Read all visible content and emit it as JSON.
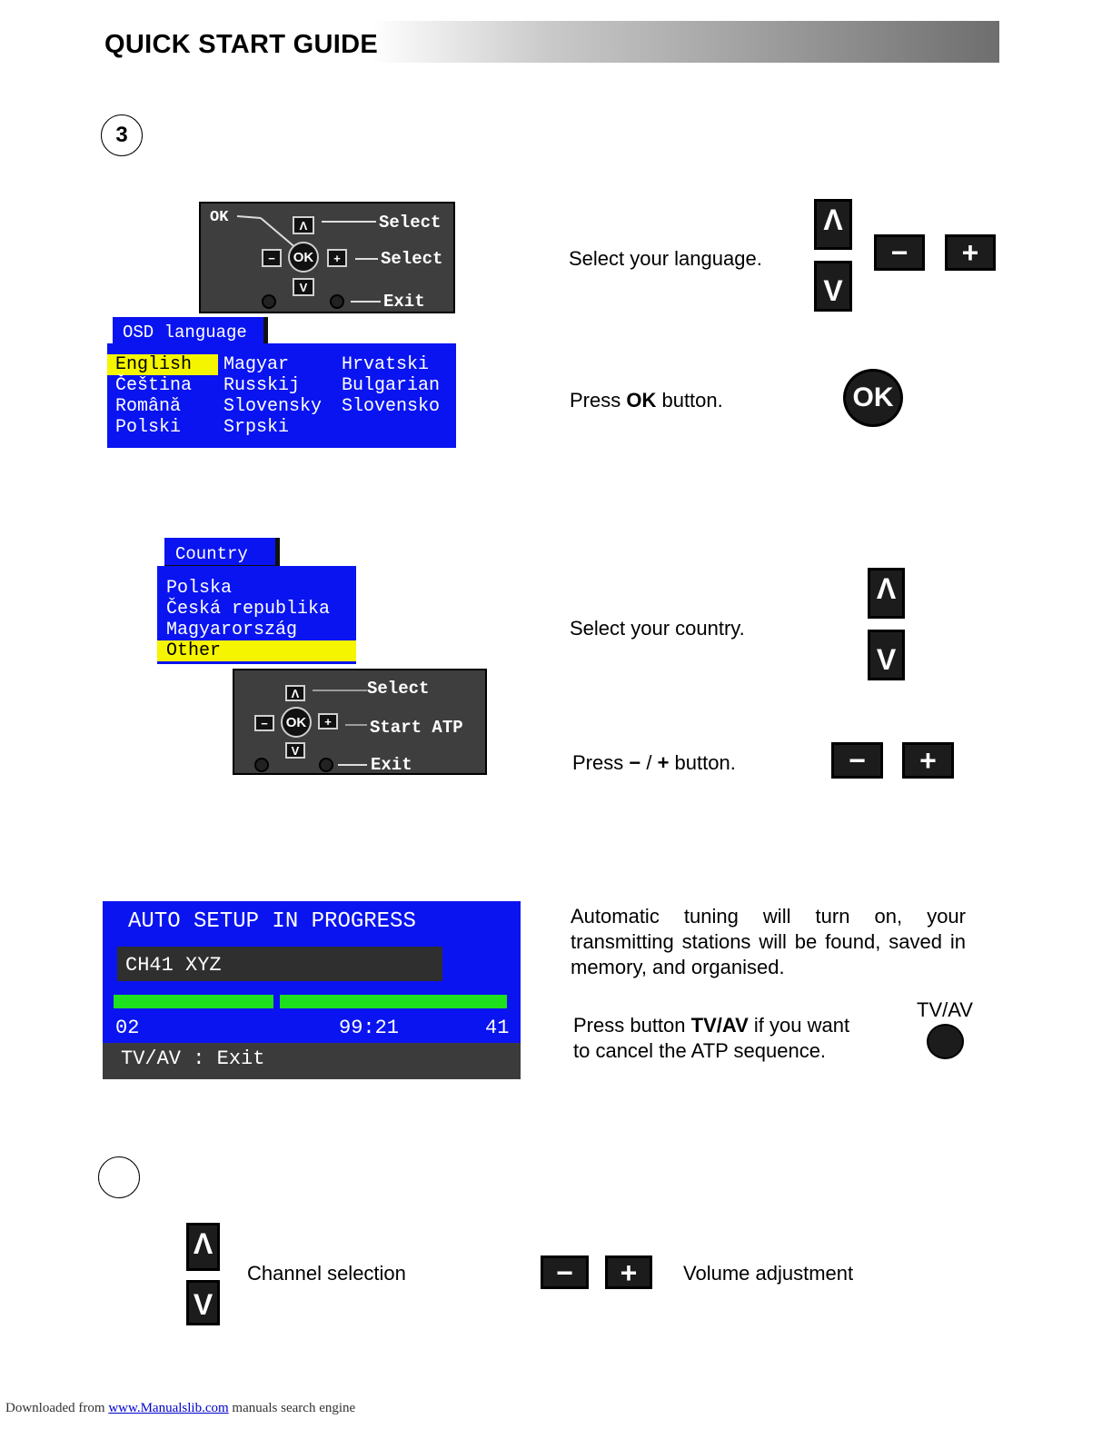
{
  "header": {
    "title": "QUICK START GUIDE"
  },
  "step3": {
    "number": "3"
  },
  "step4": {
    "number": ""
  },
  "remote_panel_1": {
    "ok_label": "OK",
    "up": "Λ",
    "down": "V",
    "minus": "−",
    "plus": "+",
    "ok_center": "OK",
    "select_1": "Select",
    "select_2": "Select",
    "exit": "Exit"
  },
  "osd_language": {
    "title": "OSD  language",
    "col1": [
      "English",
      "Čeština",
      "Română",
      "Polski"
    ],
    "col2": [
      "Magyar",
      "Russkij",
      "Slovensky",
      "Srpski"
    ],
    "col3": [
      "Hrvatski",
      "Bulgarian",
      "Slovensko"
    ],
    "selected": "English"
  },
  "instr_language": "Select your language.",
  "instr_ok": {
    "prefix": "Press ",
    "bold": "OK",
    "suffix": " button."
  },
  "ok_button_label": "OK",
  "country_menu": {
    "title": "Country",
    "items": [
      "Polska",
      "Česká  republika",
      "Magyarország",
      "Other"
    ],
    "selected": "Other"
  },
  "remote_panel_2": {
    "up": "Λ",
    "down": "V",
    "minus": "−",
    "plus": "+",
    "ok_center": "OK",
    "select": "Select",
    "start": "Start  ATP",
    "exit": "Exit"
  },
  "instr_country": "Select your country.",
  "instr_press_minus_plus": {
    "prefix": "Press ",
    "minus": "−",
    "slash": " / ",
    "plus": "+",
    "suffix": " button."
  },
  "auto_setup": {
    "title": "AUTO  SETUP  IN  PROGRESS",
    "channel": "CH41   XYZ",
    "progress_left": "02",
    "time": "99:21",
    "progress_right": "41",
    "exit_hint": "TV/AV  : Exit"
  },
  "instr_auto": "Automatic tuning will turn on, your transmitting stations will be found, saved in memory, and organised.",
  "instr_tvav": {
    "prefix": "Press button ",
    "bold": "TV/AV",
    "suffix": " if you want",
    "line2": "to cancel the ATP sequence."
  },
  "tvav_label": "TV/AV",
  "channel_selection": "Channel selection",
  "volume_adjustment": "Volume adjustment",
  "keys": {
    "up": "Λ",
    "down": "V",
    "minus": "−",
    "plus": "+"
  },
  "footer": {
    "prefix": "Downloaded from ",
    "link": "www.Manualslib.com",
    "suffix": " manuals search engine"
  },
  "colors": {
    "menu_blue": "#0a14f0",
    "highlight_yellow": "#f5f500",
    "progress_green": "#1ee01e",
    "panel_gray": "#3e3e3e"
  }
}
